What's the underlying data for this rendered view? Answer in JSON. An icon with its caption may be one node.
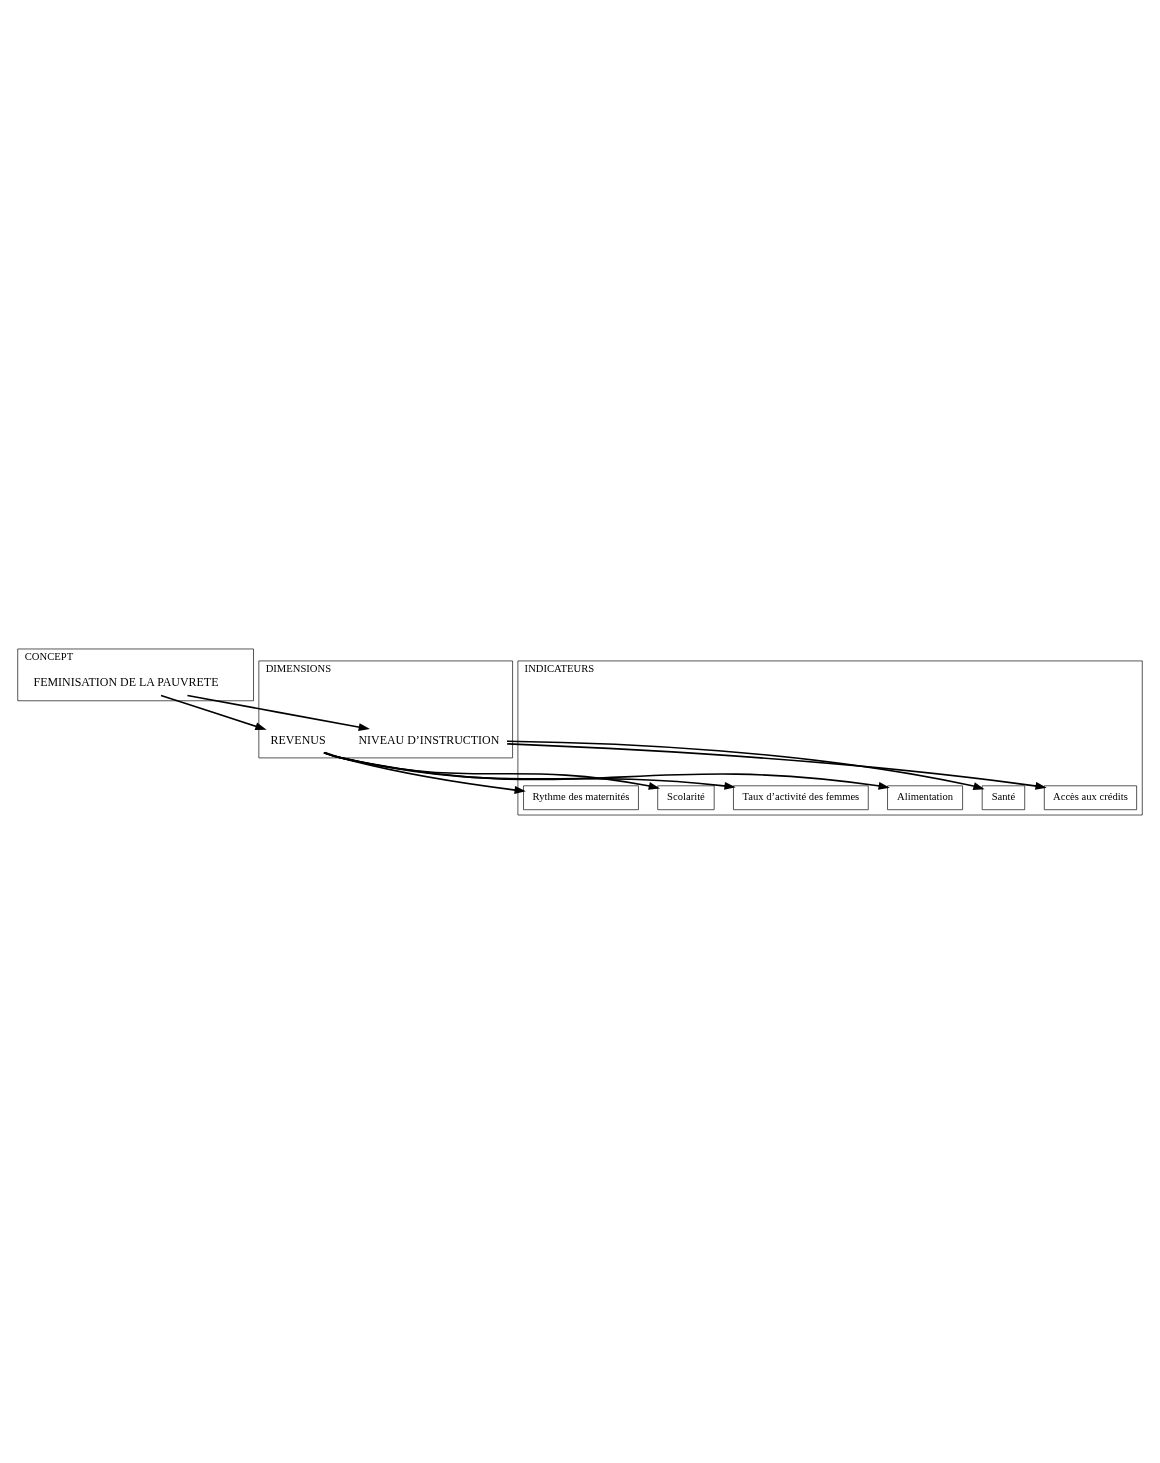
{
  "diagram": {
    "nodes": [
      {
        "text": [
          "CONCEPT"
        ]
      },
      {
        "text": [
          "FEMINISATION DE LA PAUVRETE"
        ],
        "in": 0
      },
      {
        "text": [
          "DIMENSIONS"
        ]
      },
      {
        "text": [
          "NIVEAU D’INSTRUCTION"
        ],
        "in": 2
      },
      {
        "text": [
          "REVENUS"
        ],
        "in": 2
      },
      {
        "text": [
          "INDICATEURS"
        ]
      },
      {
        "text": [
          "Accès aux crédits"
        ],
        "in": 5
      },
      {
        "text": [
          "Santé"
        ],
        "in": 5
      },
      {
        "text": [
          "Alimentation"
        ],
        "in": 5
      },
      {
        "text": [
          "Taux d’activité des femmes"
        ],
        "in": 5
      },
      {
        "text": [
          "Scolarité"
        ],
        "in": 5
      },
      {
        "text": [
          "Rythme des maternités"
        ],
        "in": 5
      }
    ],
    "edges": [
      {
        "from": 1,
        "to": 3,
        "arrow": "to"
      },
      {
        "from": 1,
        "to": 4,
        "arrow": "to"
      },
      {
        "from": 3,
        "to": 6,
        "arrow": "to"
      },
      {
        "from": 3,
        "to": 7,
        "arrow": "to"
      },
      {
        "from": 4,
        "to": 11,
        "arrow": "to"
      },
      {
        "from": 4,
        "to": 8,
        "arrow": "to"
      },
      {
        "from": 4,
        "to": 10,
        "arrow": "to"
      },
      {
        "from": 4,
        "to": 9,
        "arrow": "to"
      }
    ]
  }
}
